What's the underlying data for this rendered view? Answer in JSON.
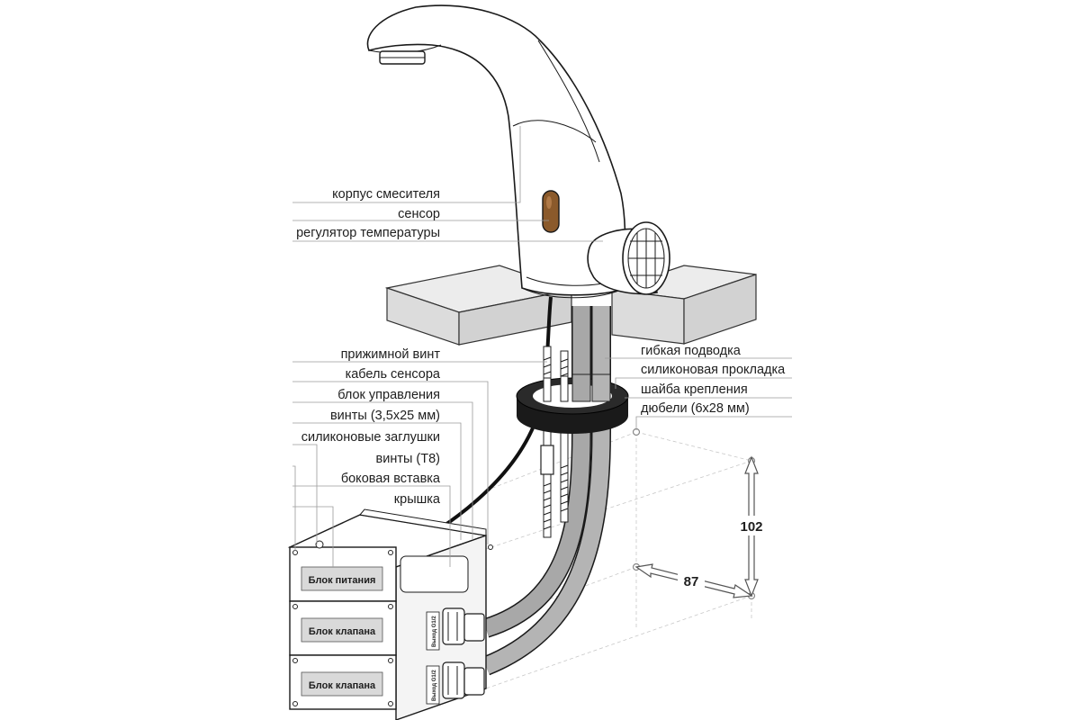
{
  "labels_left": [
    {
      "key": "body",
      "text": "корпус смесителя"
    },
    {
      "key": "sensor",
      "text": "сенсор"
    },
    {
      "key": "temp",
      "text": "регулятор температуры"
    },
    {
      "key": "screw",
      "text": "прижимной винт"
    },
    {
      "key": "cable",
      "text": "кабель сенсора"
    },
    {
      "key": "control",
      "text": "блок управления"
    },
    {
      "key": "screws35",
      "text": "винты (3,5х25 мм)"
    },
    {
      "key": "plugs",
      "text": "силиконовые заглушки"
    },
    {
      "key": "screwsT8",
      "text": "винты (Т8)"
    },
    {
      "key": "insert",
      "text": "боковая вставка"
    },
    {
      "key": "cover",
      "text": "крышка"
    }
  ],
  "labels_right": [
    {
      "key": "hose",
      "text": "гибкая подводка"
    },
    {
      "key": "gasket",
      "text": "силиконовая прокладка"
    },
    {
      "key": "washer",
      "text": "шайба крепления"
    },
    {
      "key": "dowels",
      "text": "дюбели (6х28 мм)"
    }
  ],
  "dimensions": {
    "vertical": "102",
    "horizontal": "87"
  },
  "boxes": {
    "power": "Блок питания",
    "valve1": "Блок клапана",
    "valve2": "Блок клапана",
    "outlet1": "Выход G1/2",
    "outlet2": "Выход G1/2"
  },
  "colors": {
    "sensor": "#8b5a2b",
    "hose": "#a8a8a8",
    "counter": "#e6e6e6",
    "leader": "#9a9a9a"
  }
}
